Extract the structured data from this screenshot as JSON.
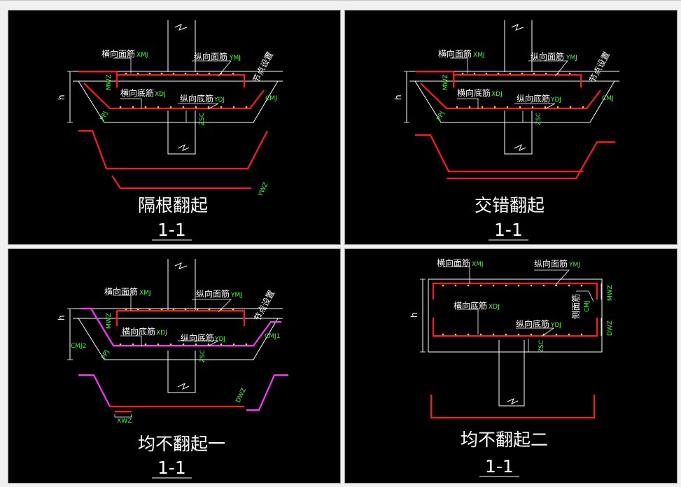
{
  "panels": [
    {
      "title": "隔根翻起",
      "section": "1-1",
      "labels": {
        "top_transverse": "横向面筋",
        "top_transverse_code": "XMJ",
        "top_longitudinal": "纵向面筋",
        "top_longitudinal_code": "YMJ",
        "bottom_transverse": "横向底筋",
        "bottom_transverse_code": "XDJ",
        "bottom_longitudinal": "纵向底筋",
        "bottom_longitudinal_code": "YDJ",
        "node_setting": "节点设置",
        "mwz": "MWZ",
        "cmj": "CMJ",
        "ppj": "PPJ",
        "zsc": "ZSC",
        "ywz": "YWZ",
        "h": "h"
      }
    },
    {
      "title": "交错翻起",
      "section": "1-1",
      "labels": {
        "top_transverse": "横向面筋",
        "top_transverse_code": "XMJ",
        "top_longitudinal": "纵向面筋",
        "top_longitudinal_code": "YMJ",
        "bottom_transverse": "横向底筋",
        "bottom_transverse_code": "XDJ",
        "bottom_longitudinal": "纵向底筋",
        "bottom_longitudinal_code": "YDJ",
        "node_setting": "节点设置",
        "mwz": "MWZ",
        "cmj": "CMJ",
        "ppj": "PPJ",
        "zsc": "ZSC",
        "h": "h"
      }
    },
    {
      "title": "均不翻起一",
      "section": "1-1",
      "labels": {
        "top_transverse": "横向面筋",
        "top_transverse_code": "XMJ",
        "top_longitudinal": "纵向面筋",
        "top_longitudinal_code": "YMJ",
        "bottom_transverse": "横向底筋",
        "bottom_transverse_code": "XDJ",
        "bottom_longitudinal": "纵向底筋",
        "bottom_longitudinal_code": "YDJ",
        "node_setting": "节点设置",
        "mwz": "MWZ",
        "cmj1": "CMJ1",
        "cmj2": "CMJ2",
        "ppj": "PPJ",
        "zsc": "ZSC",
        "dwz": "DWZ",
        "xwz": "XWZ",
        "h": "h"
      }
    },
    {
      "title": "均不翻起二",
      "section": "1-1",
      "labels": {
        "top_transverse": "横向面筋",
        "top_transverse_code": "XMJ",
        "top_longitudinal": "纵向面筋",
        "top_longitudinal_code": "YMJ",
        "bottom_transverse": "横向底筋",
        "bottom_transverse_code": "XDJ",
        "bottom_longitudinal": "纵向底筋",
        "bottom_longitudinal_code": "YDJ",
        "side_bar": "侧面筋",
        "side_bar_code": "CMJ",
        "mwz": "MWZ",
        "dwz": "DWZ",
        "zsc": "ZSC",
        "h": "h"
      }
    }
  ],
  "colors": {
    "background": "#000000",
    "rebar": "#ff1a1a",
    "side_rebar": "#ff33ff",
    "code_text": "#33ff33",
    "line": "#ffffff"
  }
}
